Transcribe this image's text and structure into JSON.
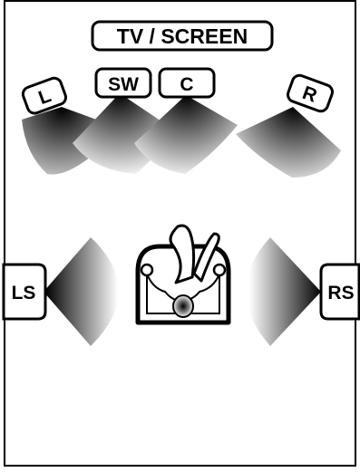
{
  "diagram": {
    "screen_label": "TV / SCREEN",
    "speakers": {
      "left": "L",
      "subwoofer": "SW",
      "center": "C",
      "right": "R",
      "left_surround": "LS",
      "right_surround": "RS"
    },
    "colors": {
      "line": "#000000",
      "background": "#ffffff",
      "beam_dark": "#000000",
      "beam_light": "#ffffff"
    }
  }
}
